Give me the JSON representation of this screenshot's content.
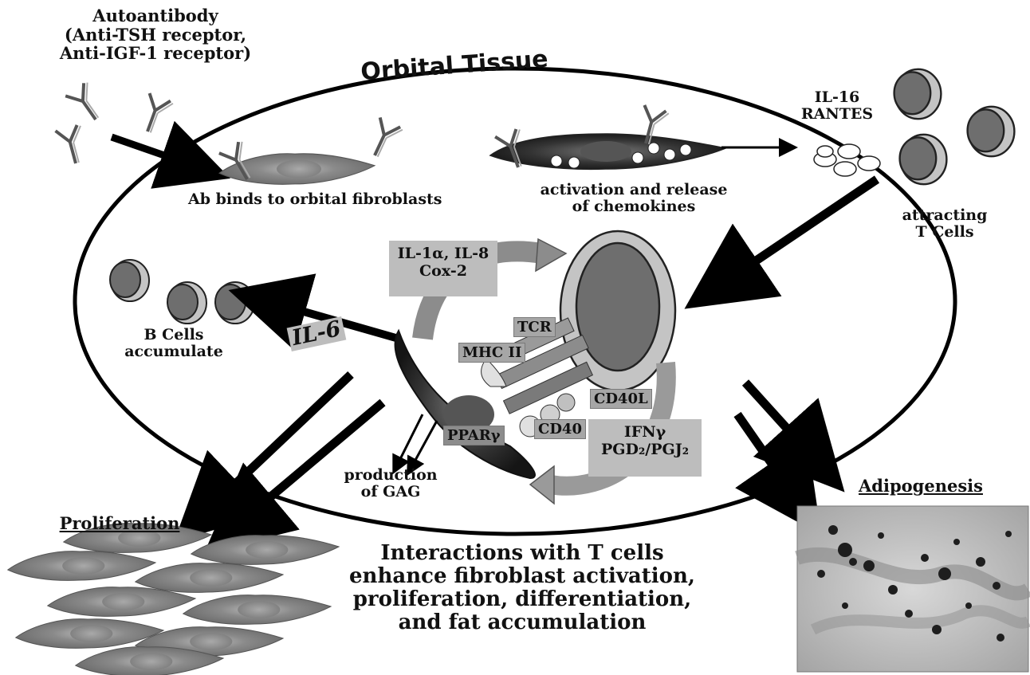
{
  "autoantibody": {
    "line1": "Autoantibody",
    "line2": "(Anti-TSH receptor,",
    "line3": "Anti-IGF-1 receptor)"
  },
  "orbital_tissue_title": "Orbital Tissue",
  "chemokines": {
    "line1": "IL-16",
    "line2": "RANTES"
  },
  "ab_binds_label": "Ab binds to orbital fibroblasts",
  "activation": {
    "line1": "activation and release",
    "line2": "of chemokines"
  },
  "attracting": {
    "line1": "attracting",
    "line2": "T Cells"
  },
  "il1_box": {
    "line1": "IL-1α, IL-8",
    "line2": "Cox-2"
  },
  "il6_label": "IL-6",
  "b_cells": {
    "line1": "B Cells",
    "line2": "accumulate"
  },
  "receptors": {
    "tcr": "TCR",
    "mhc": "MHC II",
    "cd40l": "CD40L",
    "cd40": "CD40",
    "ppar": "PPARγ"
  },
  "ifn_box": {
    "line1": "IFNγ",
    "line2_html": "PGD₂/PGJ₂"
  },
  "gag": {
    "line1": "production",
    "line2": "of GAG"
  },
  "proliferation_title": "Proliferation",
  "adipogenesis_title": "Adipogenesis",
  "summary": {
    "line1": "Interactions with T cells",
    "line2": "enhance fibroblast activation,",
    "line3": "proliferation, differentiation,",
    "line4": "and fat accumulation"
  },
  "colors": {
    "fibroblast_gray": "#8c8c8c",
    "dark_cell": "#2b2b2b",
    "t_cell_inner": "#6e6e6e",
    "t_cell_outer": "#c4c4c4",
    "box_gray": "#bdbdbd",
    "arrow": "#000000"
  }
}
